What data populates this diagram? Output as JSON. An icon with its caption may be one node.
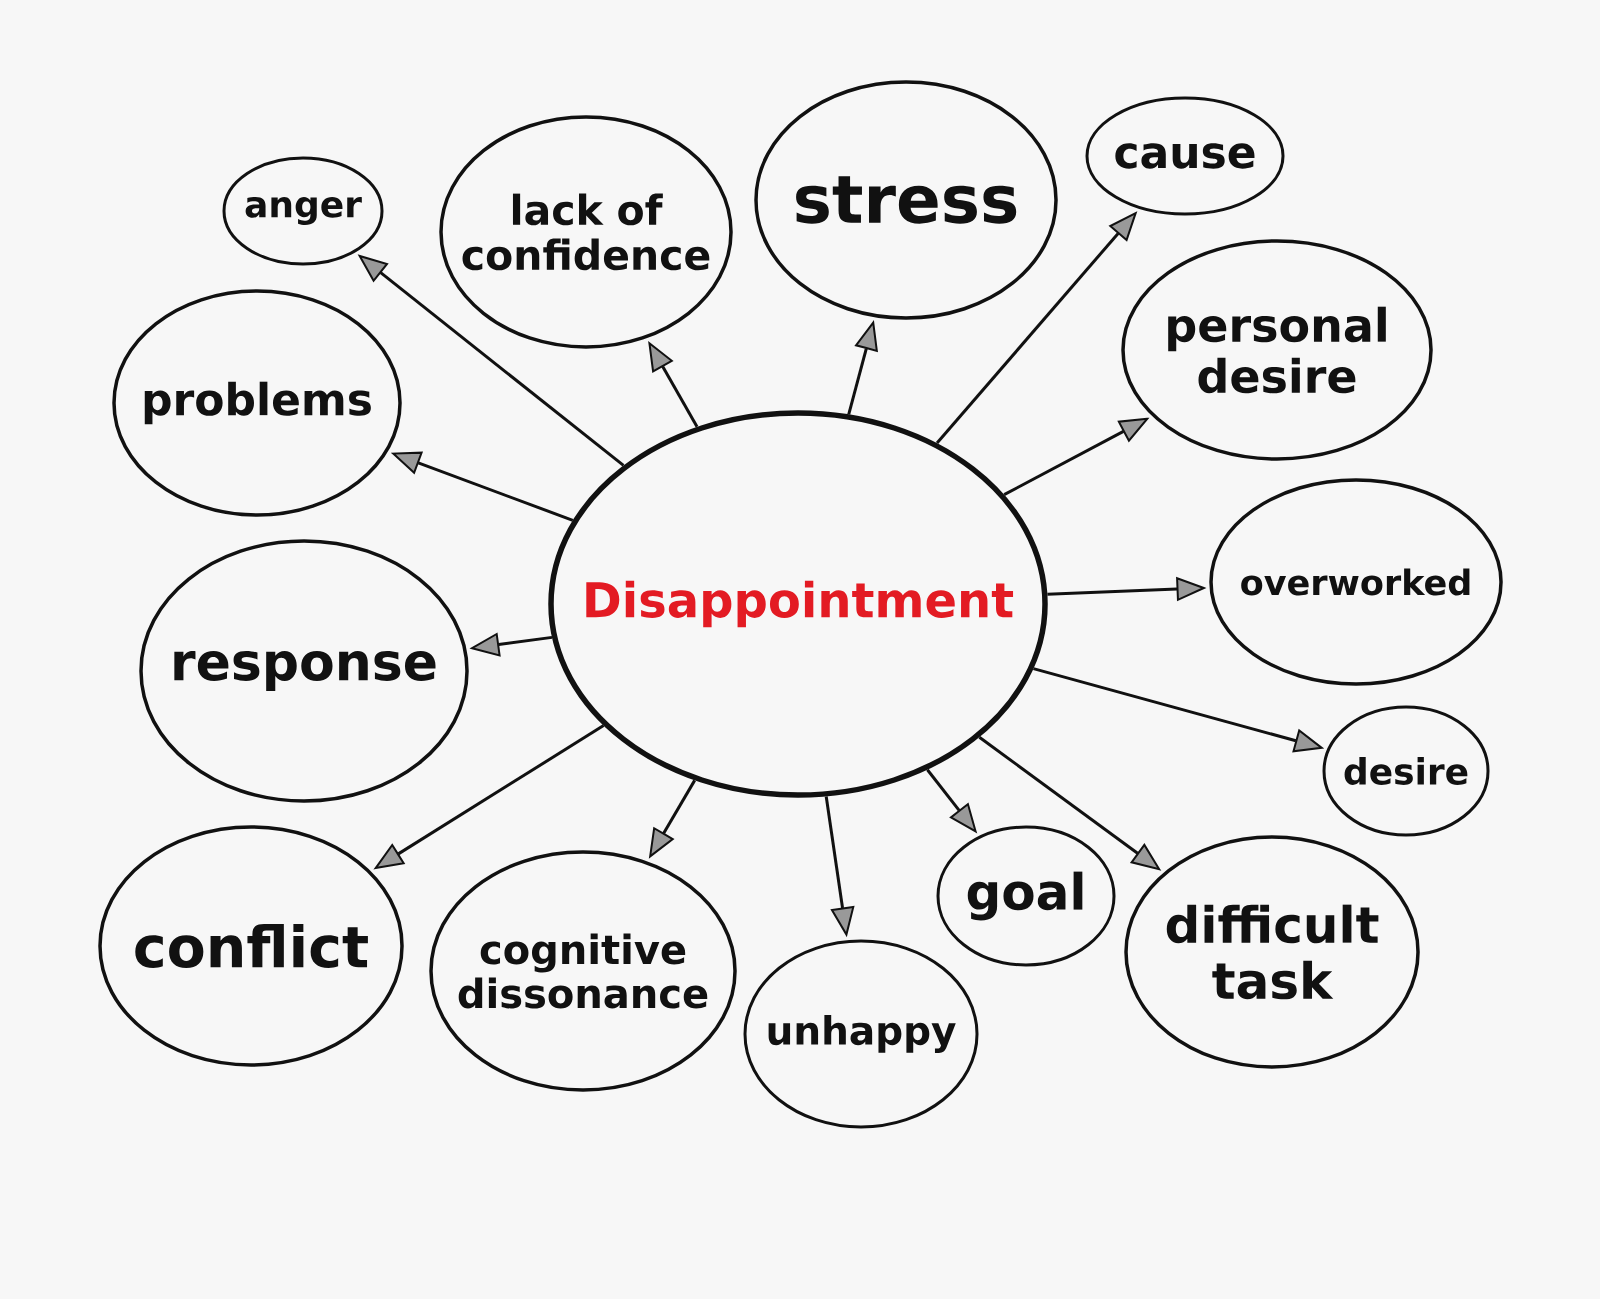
{
  "diagram": {
    "nodes": [
      {
        "text": [
          "Disappointment"
        ]
      },
      {
        "text": [
          "anger"
        ]
      },
      {
        "text": [
          "lack of confidence"
        ]
      },
      {
        "text": [
          "stress"
        ]
      },
      {
        "text": [
          "cause"
        ]
      },
      {
        "text": [
          "personal desire"
        ]
      },
      {
        "text": [
          "overworked"
        ]
      },
      {
        "text": [
          "desire"
        ]
      },
      {
        "text": [
          "difficult task"
        ]
      },
      {
        "text": [
          "goal"
        ]
      },
      {
        "text": [
          "unhappy"
        ]
      },
      {
        "text": [
          "cognitive dissonance"
        ]
      },
      {
        "text": [
          "conflict"
        ]
      },
      {
        "text": [
          "response"
        ]
      },
      {
        "text": [
          "problems"
        ]
      }
    ],
    "edges": [
      {
        "from": 0,
        "to": 1,
        "arrow": "to"
      },
      {
        "from": 0,
        "to": 2,
        "arrow": "to"
      },
      {
        "from": 0,
        "to": 3,
        "arrow": "to"
      },
      {
        "from": 0,
        "to": 4,
        "arrow": "to"
      },
      {
        "from": 0,
        "to": 5,
        "arrow": "to"
      },
      {
        "from": 0,
        "to": 6,
        "arrow": "to"
      },
      {
        "from": 0,
        "to": 7,
        "arrow": "to"
      },
      {
        "from": 0,
        "to": 8,
        "arrow": "to"
      },
      {
        "from": 0,
        "to": 9,
        "arrow": "to"
      },
      {
        "from": 0,
        "to": 10,
        "arrow": "to"
      },
      {
        "from": 0,
        "to": 11,
        "arrow": "to"
      },
      {
        "from": 0,
        "to": 12,
        "arrow": "to"
      },
      {
        "from": 0,
        "to": 13,
        "arrow": "to"
      },
      {
        "from": 0,
        "to": 14,
        "arrow": "to"
      }
    ]
  }
}
